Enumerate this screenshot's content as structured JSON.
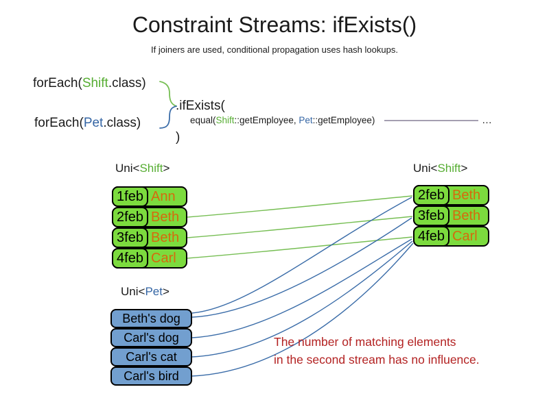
{
  "colors": {
    "ink": "#1a1a1a",
    "green_fill": "#7cdb3e",
    "green_text": "#56ad32",
    "green_line": "#76be53",
    "blue_fill": "#729fcf",
    "blue_text": "#3465a4",
    "blue_line": "#3a6ca8",
    "orange_text": "#d56a0d",
    "red_text": "#b32222",
    "ref_line": "#6e6380"
  },
  "header": {
    "title": "Constraint Streams: ifExists()",
    "subtitle": "If joiners are used, conditional propagation uses hash lookups."
  },
  "code": {
    "foreach_shift": {
      "pre": "forEach(",
      "type": "Shift",
      "post": ".class)"
    },
    "foreach_pet": {
      "pre": "forEach(",
      "type": "Pet",
      "post": ".class)"
    },
    "if_exists": ".ifExists(",
    "joiner": {
      "pre": "equal(",
      "type1": "Shift",
      "mid": "::getEmployee, ",
      "type2": "Pet",
      "post": "::getEmployee)"
    },
    "ellipsis": "…",
    "close": ")"
  },
  "streams": {
    "left_label": {
      "pre": "Uni<",
      "type": "Shift",
      "post": ">"
    },
    "right_label": {
      "pre": "Uni<",
      "type": "Shift",
      "post": ">"
    },
    "pet_label": {
      "pre": "Uni<",
      "type": "Pet",
      "post": ">"
    },
    "left_rows": [
      {
        "date": "1feb",
        "name": "Ann"
      },
      {
        "date": "2feb",
        "name": "Beth"
      },
      {
        "date": "3feb",
        "name": "Beth"
      },
      {
        "date": "4feb",
        "name": "Carl"
      }
    ],
    "right_rows": [
      {
        "date": "2feb",
        "name": "Beth"
      },
      {
        "date": "3feb",
        "name": "Beth"
      },
      {
        "date": "4feb",
        "name": "Carl"
      }
    ],
    "pets": [
      {
        "name": "Beth's dog"
      },
      {
        "name": "Carl's dog"
      },
      {
        "name": "Carl's cat"
      },
      {
        "name": "Carl's bird"
      }
    ]
  },
  "note": {
    "line1": "The number of matching elements",
    "line2": "in the second stream has no influence."
  }
}
